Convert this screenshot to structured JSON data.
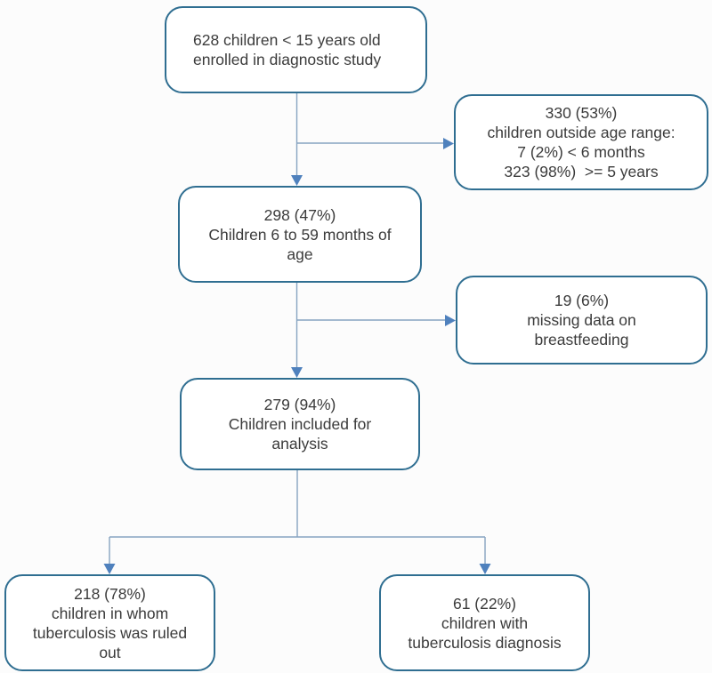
{
  "colors": {
    "node_border": "#2f6e91",
    "node_background": "#ffffff",
    "connector_line": "#87a4c1",
    "arrowhead": "#4f81bd",
    "text": "#3b3b3b",
    "page_background": "#fcfcfc"
  },
  "nodes": [
    {
      "id": "enrolled",
      "lines": [
        "628 children < 15 years old",
        "enrolled in diagnostic study"
      ]
    },
    {
      "id": "outside-age-range",
      "lines": [
        "330 (53%)",
        "children outside age range:",
        "7 (2%) < 6 months",
        "323 (98%)  >= 5 years"
      ]
    },
    {
      "id": "age-6-59-months",
      "lines": [
        "298 (47%)",
        "Children 6 to 59 months of",
        "age"
      ]
    },
    {
      "id": "missing-breastfeeding-data",
      "lines": [
        "19 (6%)",
        "missing data on",
        "breastfeeding"
      ]
    },
    {
      "id": "included-for-analysis",
      "lines": [
        "279 (94%)",
        "Children included for",
        "analysis"
      ]
    },
    {
      "id": "tb-ruled-out",
      "lines": [
        "218 (78%)",
        "children in whom",
        "tuberculosis was ruled",
        "out"
      ]
    },
    {
      "id": "tb-diagnosis",
      "lines": [
        "61 (22%)",
        "children with",
        "tuberculosis diagnosis"
      ]
    }
  ],
  "edges": [
    {
      "from": "enrolled",
      "to": "age-6-59-months",
      "style": "arrow-down"
    },
    {
      "from": "enrolled",
      "to": "outside-age-range",
      "style": "arrow-right-branch"
    },
    {
      "from": "age-6-59-months",
      "to": "included-for-analysis",
      "style": "arrow-down"
    },
    {
      "from": "age-6-59-months",
      "to": "missing-breastfeeding-data",
      "style": "arrow-right-branch"
    },
    {
      "from": "included-for-analysis",
      "to": "tb-ruled-out",
      "style": "arrow-down-split"
    },
    {
      "from": "included-for-analysis",
      "to": "tb-diagnosis",
      "style": "arrow-down-split"
    }
  ]
}
